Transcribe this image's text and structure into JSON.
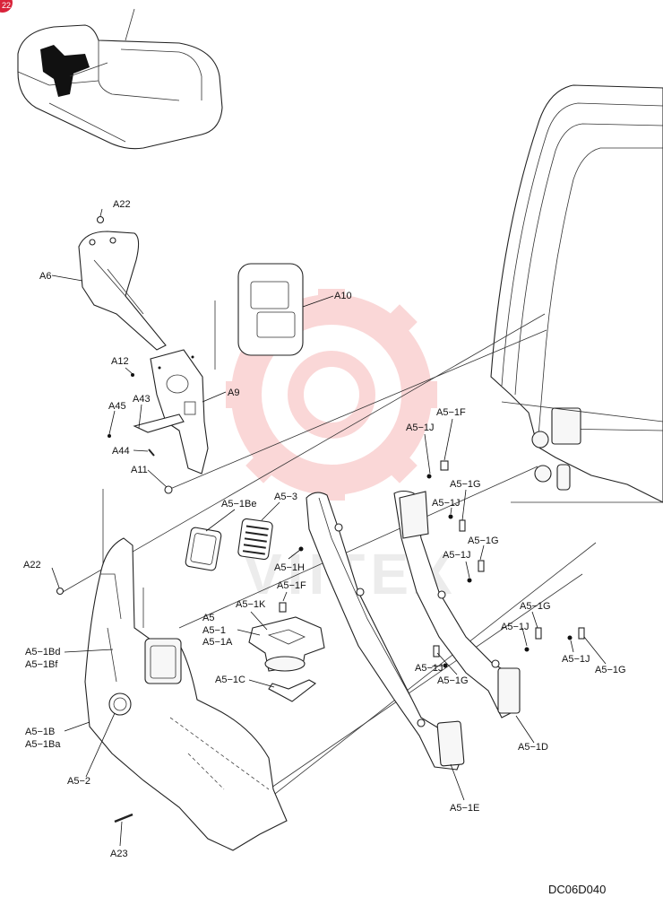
{
  "corner_badge": "22",
  "watermark": "VIITEX",
  "drawing_code": "DC06D040",
  "callouts": [
    {
      "id": "a22_top",
      "text": "A22"
    },
    {
      "id": "a6",
      "text": "A6"
    },
    {
      "id": "a10",
      "text": "A10"
    },
    {
      "id": "a12",
      "text": "A12"
    },
    {
      "id": "a9",
      "text": "A9"
    },
    {
      "id": "a43",
      "text": "A43"
    },
    {
      "id": "a45",
      "text": "A45"
    },
    {
      "id": "a44",
      "text": "A44"
    },
    {
      "id": "a11",
      "text": "A11"
    },
    {
      "id": "a5_1f_top",
      "text": "A5−1F"
    },
    {
      "id": "a5_1j_top",
      "text": "A5−1J"
    },
    {
      "id": "a5_1g_1",
      "text": "A5−1G"
    },
    {
      "id": "a5_1j_2",
      "text": "A5−1J"
    },
    {
      "id": "a5_1g_2",
      "text": "A5−1G"
    },
    {
      "id": "a5_1j_3",
      "text": "A5−1J"
    },
    {
      "id": "a5_1be",
      "text": "A5−1Be"
    },
    {
      "id": "a5_3",
      "text": "A5−3"
    },
    {
      "id": "a5_1h",
      "text": "A5−1H"
    },
    {
      "id": "a22_mid",
      "text": "A22"
    },
    {
      "id": "a5_1f_mid",
      "text": "A5−1F"
    },
    {
      "id": "a5_1k",
      "text": "A5−1K"
    },
    {
      "id": "a5",
      "text": "A5"
    },
    {
      "id": "a5_1",
      "text": "A5−1"
    },
    {
      "id": "a5_1a",
      "text": "A5−1A"
    },
    {
      "id": "a5_1bd",
      "text": "A5−1Bd"
    },
    {
      "id": "a5_1bf",
      "text": "A5−1Bf"
    },
    {
      "id": "a5_1c",
      "text": "A5−1C"
    },
    {
      "id": "a5_1g_3",
      "text": "A5−1G"
    },
    {
      "id": "a5_1j_4",
      "text": "A5−1J"
    },
    {
      "id": "a5_1j_5",
      "text": "A5−1J"
    },
    {
      "id": "a5_1g_4",
      "text": "A5−1G"
    },
    {
      "id": "a5_1j_6",
      "text": "A5−1J"
    },
    {
      "id": "a5_1g_5",
      "text": "A5−1G"
    },
    {
      "id": "a5_1b",
      "text": "A5−1B"
    },
    {
      "id": "a5_1ba",
      "text": "A5−1Ba"
    },
    {
      "id": "a5_2",
      "text": "A5−2"
    },
    {
      "id": "a5_1d",
      "text": "A5−1D"
    },
    {
      "id": "a5_1e",
      "text": "A5−1E"
    },
    {
      "id": "a23",
      "text": "A23"
    }
  ]
}
